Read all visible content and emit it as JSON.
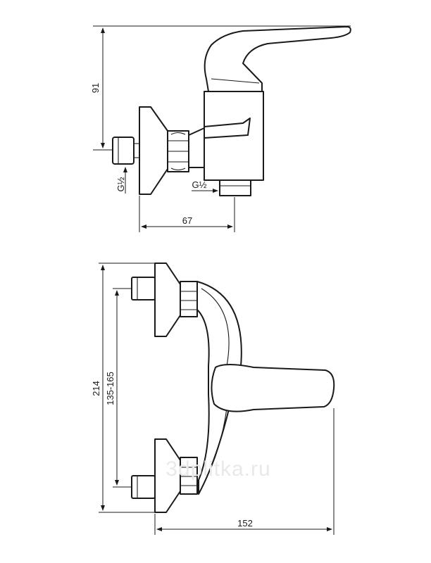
{
  "drawing": {
    "side_view": {
      "height_label": "91",
      "depth_label": "67",
      "inlet_thread_label": "G½",
      "outlet_thread_label": "G½"
    },
    "top_view": {
      "overall_length_label": "214",
      "center_distance_label": "135-165",
      "projection_label": "152"
    },
    "watermark": "3dplitka.ru"
  }
}
